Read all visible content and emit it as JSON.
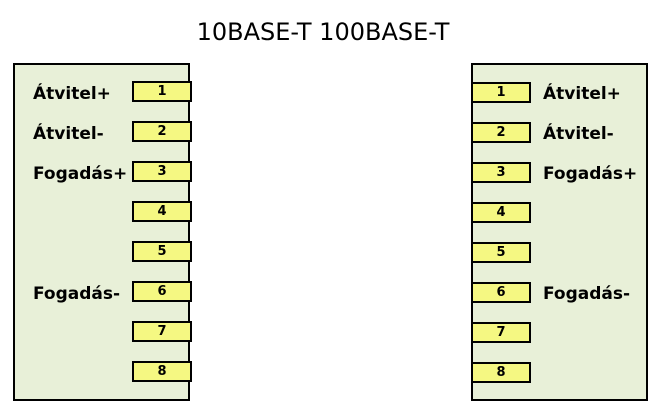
{
  "title": "10BASE-T 100BASE-T",
  "left_connector": {
    "pins": [
      "1",
      "2",
      "3",
      "4",
      "5",
      "6",
      "7",
      "8"
    ],
    "labels": {
      "pin1": "Átvitel+",
      "pin2": "Átvitel-",
      "pin3": "Fogadás+",
      "pin6": "Fogadás-"
    }
  },
  "right_connector": {
    "pins": [
      "1",
      "2",
      "3",
      "4",
      "5",
      "6",
      "7",
      "8"
    ],
    "labels": {
      "pin1": "Átvitel+",
      "pin2": "Átvitel-",
      "pin3": "Fogadás+",
      "pin6": "Fogadás-"
    }
  },
  "colors": {
    "connector_fill": "#e8f0d8",
    "pin_fill": "#f5f882",
    "border": "#000000"
  }
}
